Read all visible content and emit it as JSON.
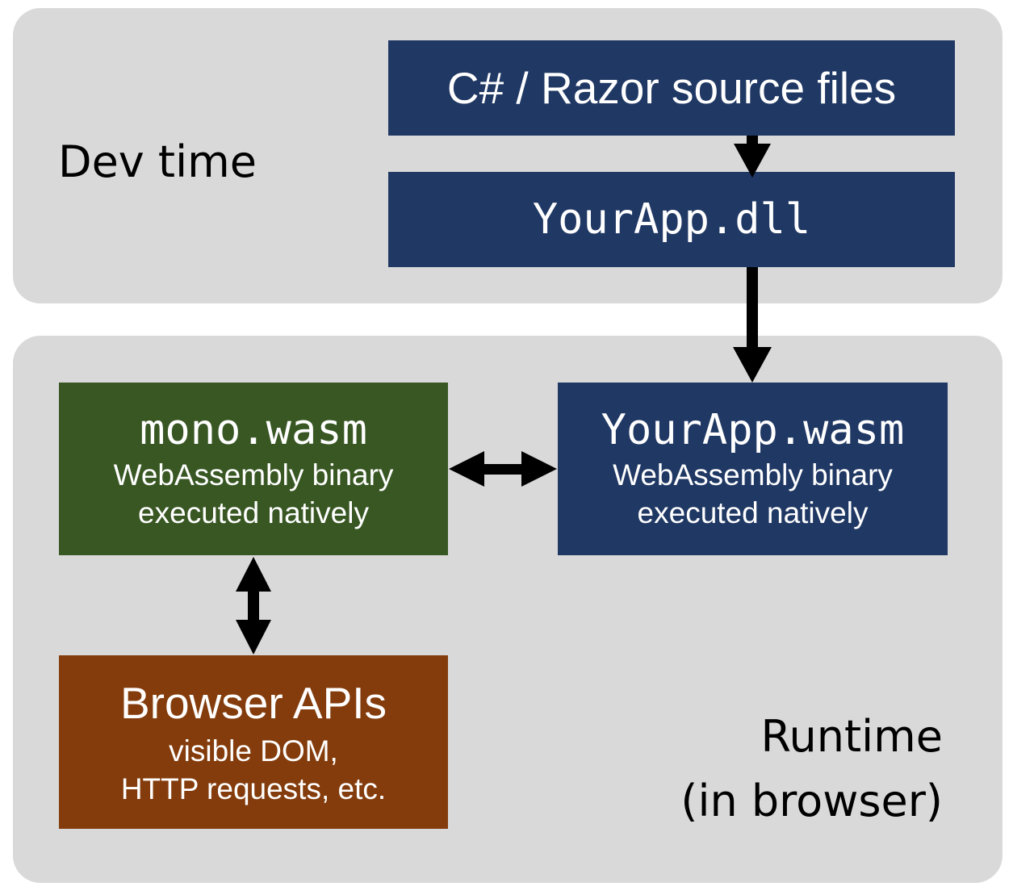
{
  "zones": {
    "dev_time": {
      "label": "Dev time",
      "color": "#d9d9d9"
    },
    "runtime": {
      "label_line1": "Runtime",
      "label_line2": "(in browser)",
      "color": "#d9d9d9"
    }
  },
  "boxes": {
    "source_files": {
      "title": "C# / Razor source files",
      "color": "#203864"
    },
    "dll": {
      "title": "YourApp.dll",
      "color": "#203864"
    },
    "mono_wasm": {
      "title": "mono.wasm",
      "sub1": "WebAssembly binary",
      "sub2": "executed natively",
      "color": "#385723"
    },
    "yourapp_wasm": {
      "title": "YourApp.wasm",
      "sub1": "WebAssembly binary",
      "sub2": "executed natively",
      "color": "#203864"
    },
    "browser_apis": {
      "title": "Browser APIs",
      "sub1": "visible DOM,",
      "sub2": "HTTP requests, etc.",
      "color": "#843c0c"
    }
  },
  "arrows": [
    {
      "from": "source_files",
      "to": "dll",
      "type": "one-way"
    },
    {
      "from": "dll",
      "to": "yourapp_wasm",
      "type": "one-way"
    },
    {
      "from": "mono_wasm",
      "to": "yourapp_wasm",
      "type": "two-way"
    },
    {
      "from": "mono_wasm",
      "to": "browser_apis",
      "type": "two-way"
    }
  ]
}
